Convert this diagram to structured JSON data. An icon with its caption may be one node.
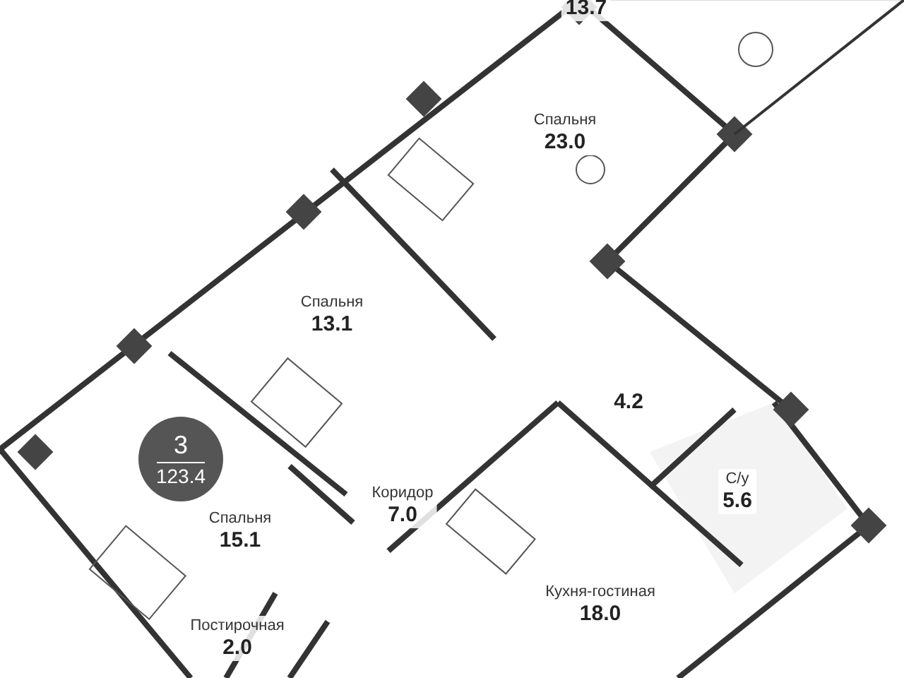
{
  "diagram": {
    "nodes": [
      {
        "text": [
          "13.7"
        ]
      },
      {
        "text": [
          "Спальня",
          "23.0"
        ]
      },
      {
        "text": [
          "Спальня",
          "13.1"
        ]
      },
      {
        "text": [
          "4.2"
        ]
      },
      {
        "text": [
          "3",
          "123.4"
        ]
      },
      {
        "text": [
          "Коридор",
          "7.0"
        ]
      },
      {
        "text": [
          "Спальня",
          "15.1"
        ]
      },
      {
        "text": [
          "С/у",
          "5.6"
        ]
      },
      {
        "text": [
          "Кухня-гостиная",
          "18.0"
        ]
      },
      {
        "text": [
          "Постирочная",
          "2.0"
        ]
      }
    ]
  }
}
